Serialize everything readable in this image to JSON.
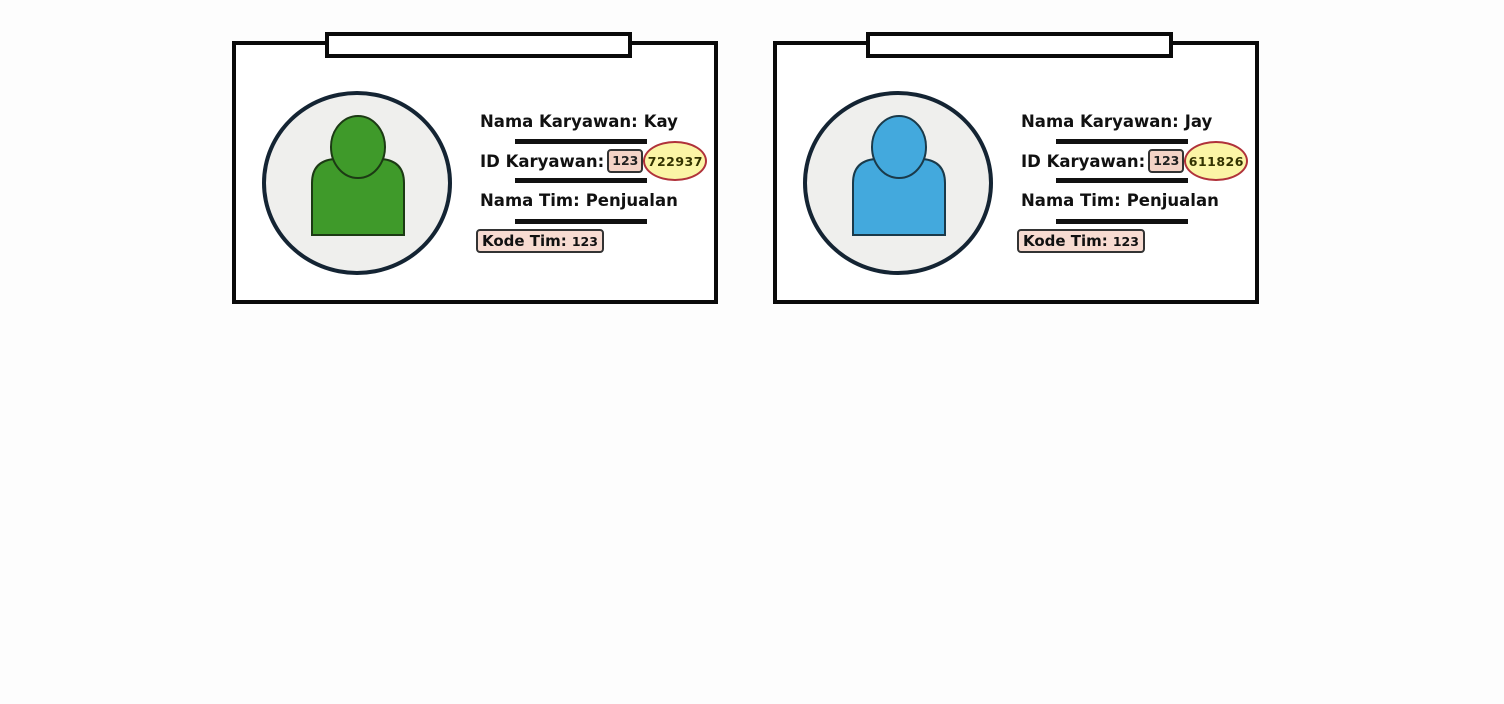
{
  "cards": [
    {
      "name_label": "Nama Karyawan:",
      "name_value": "Kay",
      "id_label": "ID Karyawan:",
      "id_prefix": "123",
      "id_suffix": "722937",
      "team_label": "Nama Tim:",
      "team_value": "Penjualan",
      "team_code_label": "Kode Tim:",
      "team_code_value": "123",
      "avatar_color": "#3f9a2a"
    },
    {
      "name_label": "Nama Karyawan:",
      "name_value": "Jay",
      "id_label": "ID Karyawan:",
      "id_prefix": "123",
      "id_suffix": "611826",
      "team_label": "Nama Tim:",
      "team_value": "Penjualan",
      "team_code_label": "Kode Tim:",
      "team_code_value": "123",
      "avatar_color": "#43a9dd"
    }
  ],
  "colors": {
    "card_border": "#0a0a0a",
    "prefix_fill": "#f4d3c6",
    "suffix_fill": "#fbf5a6",
    "suffix_border": "#b0323a",
    "photo_ring": "#142433"
  },
  "icons": {
    "avatar": "person-silhouette-icon"
  }
}
